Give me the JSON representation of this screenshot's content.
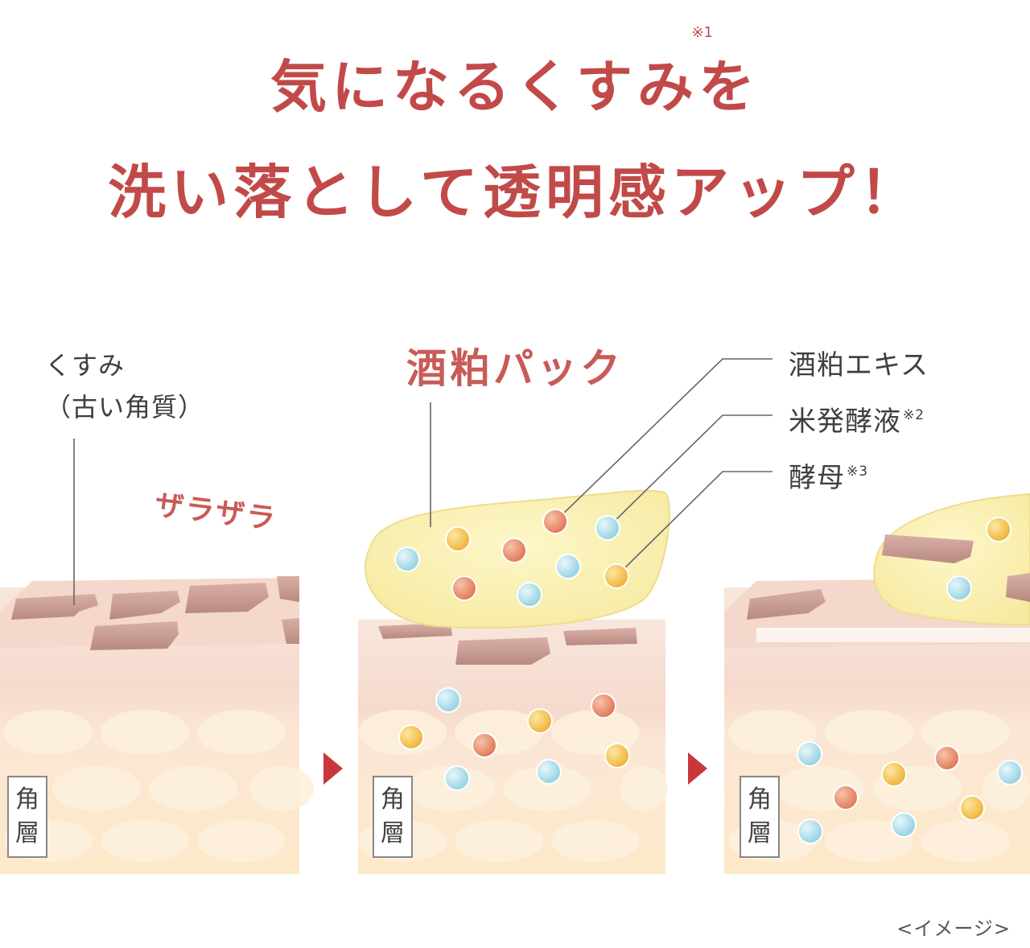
{
  "headline": {
    "line1_main": "気になるくすみ",
    "line1_tail": "を",
    "line1_note": "※1",
    "line2": "洗い落として透明感アップ！"
  },
  "labels": {
    "kusumi_line1": "くすみ",
    "kusumi_line2": "（古い角質）",
    "zarazara": "ザラザラ",
    "pack": "酒粕パック",
    "stratum_corneum_char1": "角",
    "stratum_corneum_char2": "層"
  },
  "ingredients": [
    {
      "name": "酒粕エキス",
      "note": ""
    },
    {
      "name": "米発酵液",
      "note": "※2"
    },
    {
      "name": "酵母",
      "note": "※3"
    }
  ],
  "image_note": "<イメージ>",
  "colors": {
    "headline_red": "#c14a48",
    "arrow_red": "#c8373a",
    "skin_top": "#f6ddd3",
    "skin_bottom": "#fbe8cc",
    "flake": "#c99b90",
    "pack_yellow": "#fbf2b4",
    "dot_blue": "#a9dbe8",
    "dot_orange": "#e88a66",
    "dot_yellow": "#f3c24b"
  }
}
